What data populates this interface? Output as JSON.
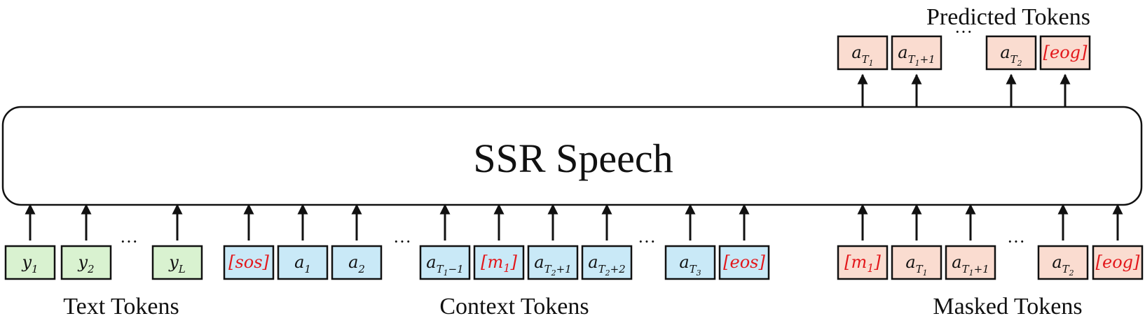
{
  "model": {
    "label": "SSR Speech"
  },
  "captions": {
    "predicted": "Predicted Tokens",
    "text": "Text Tokens",
    "context": "Context Tokens",
    "masked": "Masked Tokens"
  },
  "ellipsis": "···",
  "colors": {
    "text_fill": "#d9f2d0",
    "context_fill": "#c9e9f7",
    "target_fill": "#fadcd0",
    "special_text": "#e3171b",
    "border": "#111111"
  },
  "tokens": {
    "text": [
      {
        "base": "y",
        "sub": "1"
      },
      {
        "base": "y",
        "sub": "2"
      },
      {
        "ellipsis": true
      },
      {
        "base": "y",
        "sub": "L"
      }
    ],
    "context": [
      {
        "special": "[sos]"
      },
      {
        "base": "a",
        "sub": "1"
      },
      {
        "base": "a",
        "sub": "2"
      },
      {
        "ellipsis": true
      },
      {
        "base": "a",
        "sub": "T",
        "subsub": "1",
        "suffix": "−1"
      },
      {
        "special": "[m",
        "sub": "1",
        "close": "]"
      },
      {
        "base": "a",
        "sub": "T",
        "subsub": "2",
        "suffix": "+1"
      },
      {
        "base": "a",
        "sub": "T",
        "subsub": "2",
        "suffix": "+2"
      },
      {
        "ellipsis": true
      },
      {
        "base": "a",
        "sub": "T",
        "subsub": "3"
      },
      {
        "special": "[eos]"
      }
    ],
    "masked": [
      {
        "special": "[m",
        "sub": "1",
        "close": "]"
      },
      {
        "base": "a",
        "sub": "T",
        "subsub": "1"
      },
      {
        "base": "a",
        "sub": "T",
        "subsub": "1",
        "suffix": "+1"
      },
      {
        "ellipsis": true
      },
      {
        "base": "a",
        "sub": "T",
        "subsub": "2"
      },
      {
        "special": "[eog]"
      }
    ],
    "predicted": [
      {
        "base": "a",
        "sub": "T",
        "subsub": "1"
      },
      {
        "base": "a",
        "sub": "T",
        "subsub": "1",
        "suffix": "+1"
      },
      {
        "ellipsis": true
      },
      {
        "base": "a",
        "sub": "T",
        "subsub": "2"
      },
      {
        "special": "[eog]"
      }
    ]
  }
}
